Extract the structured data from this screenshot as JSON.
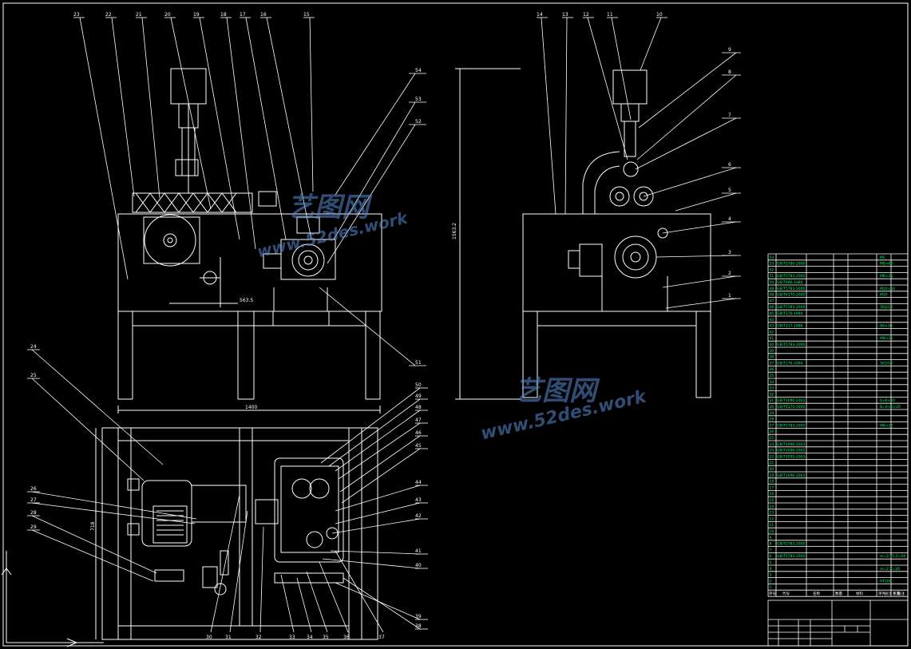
{
  "colors": {
    "background": "#000000",
    "line": "#ffffff",
    "table_text": "#00ff66",
    "watermark": "#5a8cd2"
  },
  "watermark": {
    "name": "艺图网",
    "url": "www.52des.work"
  },
  "dimensions": {
    "front_width": "1400",
    "front_height": "563.5",
    "side_height": "1563.2",
    "plan_depth": "718"
  },
  "callouts_front": [
    "23",
    "22",
    "21",
    "20",
    "19",
    "18",
    "17",
    "16",
    "15",
    "54",
    "53",
    "52",
    "51"
  ],
  "callouts_side": [
    "14",
    "13",
    "12",
    "11",
    "10",
    "9",
    "8",
    "7",
    "6",
    "5",
    "4",
    "3",
    "2",
    "1"
  ],
  "callouts_plan_left": [
    "24",
    "25",
    "26",
    "27",
    "28",
    "29"
  ],
  "callouts_plan_right": [
    "50",
    "49",
    "48",
    "47",
    "46",
    "45",
    "44",
    "43",
    "42",
    "41",
    "40",
    "39",
    "38"
  ],
  "callouts_plan_bottom": [
    "30",
    "31",
    "32",
    "33",
    "34",
    "35",
    "36",
    "37"
  ],
  "bom": {
    "numbers": [
      "54",
      "53",
      "52",
      "51",
      "50",
      "49",
      "48",
      "47",
      "46",
      "45",
      "44",
      "43",
      "42",
      "41",
      "40",
      "39",
      "38",
      "37",
      "36",
      "35",
      "34",
      "33",
      "32",
      "31",
      "30",
      "29",
      "28",
      "27",
      "26",
      "25",
      "24",
      "23",
      "22",
      "21",
      "20",
      "19",
      "18",
      "17",
      "16",
      "15",
      "14",
      "13",
      "12",
      "11",
      "10",
      "9",
      "8",
      "7",
      "6",
      "5",
      "4",
      "3",
      "2",
      "1"
    ],
    "codes": [
      "",
      "GB/T5780-2000",
      "",
      "GB/T5783-2000",
      "GB/T896-1986",
      "GB/T5783-2000",
      "GB/T6170-2000",
      "",
      "GB/T5783-2000",
      "GB/T276-1994",
      "",
      "GB/T117-1986",
      "",
      "",
      "GB/T5783-2000",
      "",
      "",
      "GB/T276-1994",
      "",
      "",
      "",
      "",
      "",
      "GB/T1096-2003",
      "GB/T6170-2000",
      "",
      "",
      "GB/T5783-2000",
      "",
      "",
      "GB/T1096-2003",
      "GB/T1096-2003",
      "GB/T1095-2003",
      "",
      "",
      "GB/T1096-2003",
      "",
      "",
      "",
      "",
      "",
      "",
      "",
      "",
      "",
      "",
      "GB/T5783-2000",
      "",
      "GB/T5783-2000",
      "",
      "",
      "",
      "",
      ""
    ],
    "right_col": [
      "M5",
      "M8×60",
      "",
      "M8×25",
      "",
      "M10×50",
      "M10",
      "",
      "303/10",
      "",
      "",
      "B6×30",
      "",
      "M8×25",
      "",
      "",
      "",
      "303/10",
      "",
      "",
      "",
      "",
      "",
      "6×6×20",
      "B=6×6×20",
      "",
      "",
      "M8×20",
      "",
      "",
      "",
      "",
      "",
      "",
      "",
      "",
      "",
      "",
      "",
      "",
      "",
      "",
      "",
      "",
      "",
      "",
      "",
      "",
      "m=2.75 Z=26",
      "",
      "m=2 Z=26",
      "",
      "HT200",
      ""
    ],
    "header": [
      "序号",
      "代号",
      "名称",
      "数量",
      "材料",
      "单件",
      "总计",
      "重量",
      "备注"
    ]
  }
}
